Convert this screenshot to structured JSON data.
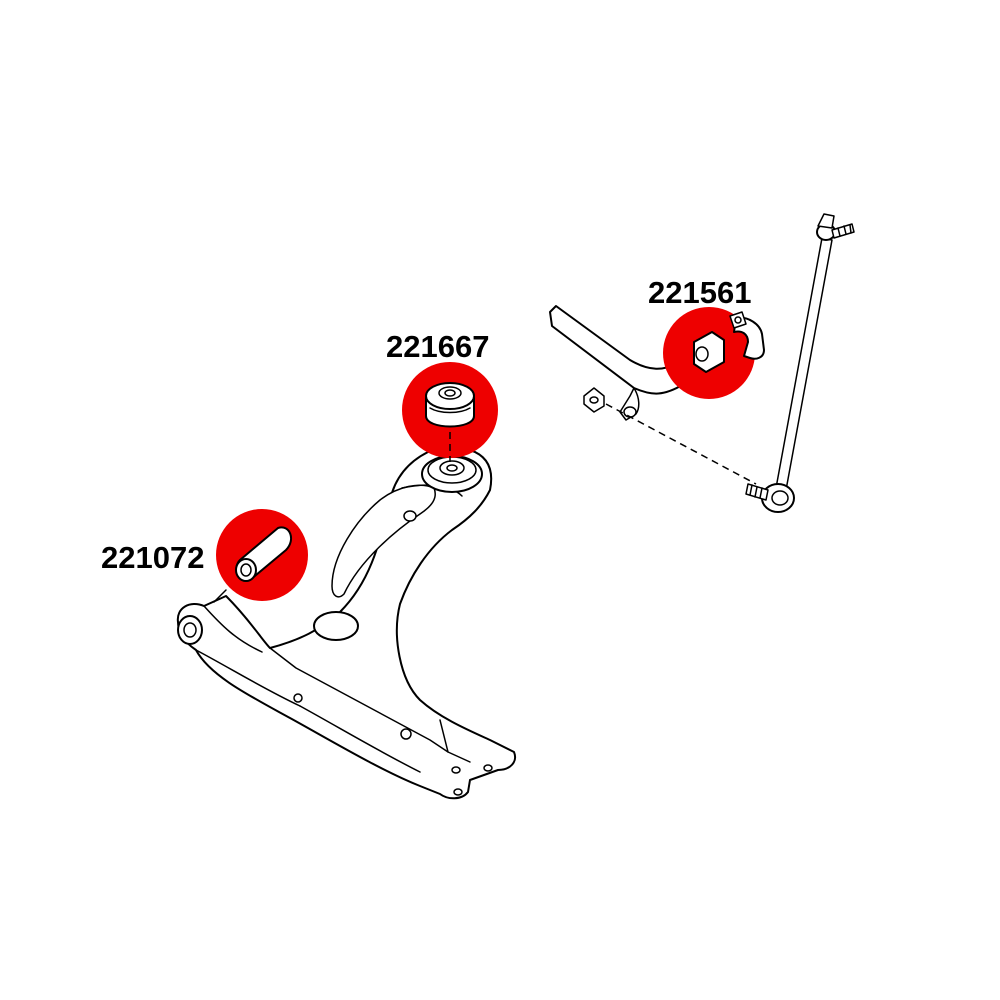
{
  "diagram": {
    "highlight_color": "#ee0000",
    "line_color": "#000000",
    "background": "#ffffff",
    "parts": [
      {
        "id": "control-arm-front-bushing",
        "label": "221072"
      },
      {
        "id": "control-arm-rear-bushing",
        "label": "221667"
      },
      {
        "id": "anti-roll-bar-bushing",
        "label": "221561"
      }
    ]
  }
}
